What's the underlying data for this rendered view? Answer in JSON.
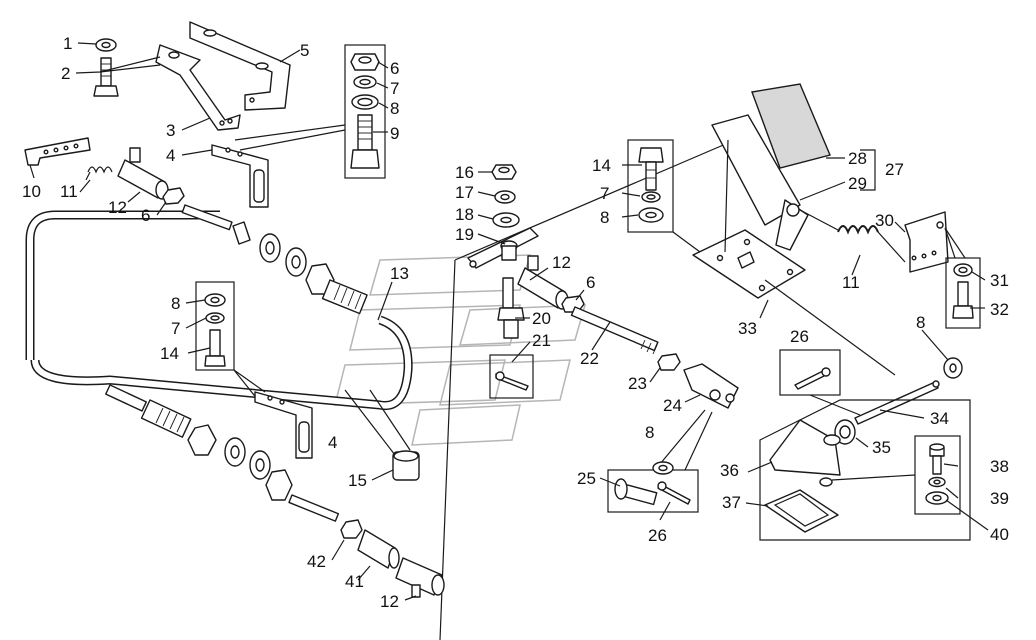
{
  "callouts": {
    "c1": "1",
    "c2": "2",
    "c3": "3",
    "c4a": "4",
    "c4b": "4",
    "c5": "5",
    "c6a": "6",
    "c6b": "6",
    "c6c": "6",
    "c7a": "7",
    "c7b": "7",
    "c7c": "7",
    "c8a": "8",
    "c8b": "8",
    "c8c": "8",
    "c8d": "8",
    "c8e": "8",
    "c9": "9",
    "c10": "10",
    "c11a": "11",
    "c11b": "11",
    "c12a": "12",
    "c12b": "12",
    "c12c": "12",
    "c13": "13",
    "c14a": "14",
    "c14b": "14",
    "c15": "15",
    "c16": "16",
    "c17": "17",
    "c18": "18",
    "c19": "19",
    "c20": "20",
    "c21": "21",
    "c22": "22",
    "c23": "23",
    "c24": "24",
    "c25": "25",
    "c26a": "26",
    "c26b": "26",
    "c27": "27",
    "c28": "28",
    "c29": "29",
    "c30": "30",
    "c31": "31",
    "c32": "32",
    "c33": "33",
    "c34": "34",
    "c35": "35",
    "c36": "36",
    "c37": "37",
    "c38": "38",
    "c39": "39",
    "c40": "40",
    "c41": "41",
    "c42": "42"
  },
  "colors": {
    "ink": "#1a1a1a",
    "watermark": "#b5b5b5",
    "pedal_pad": "#8c8c8c"
  }
}
